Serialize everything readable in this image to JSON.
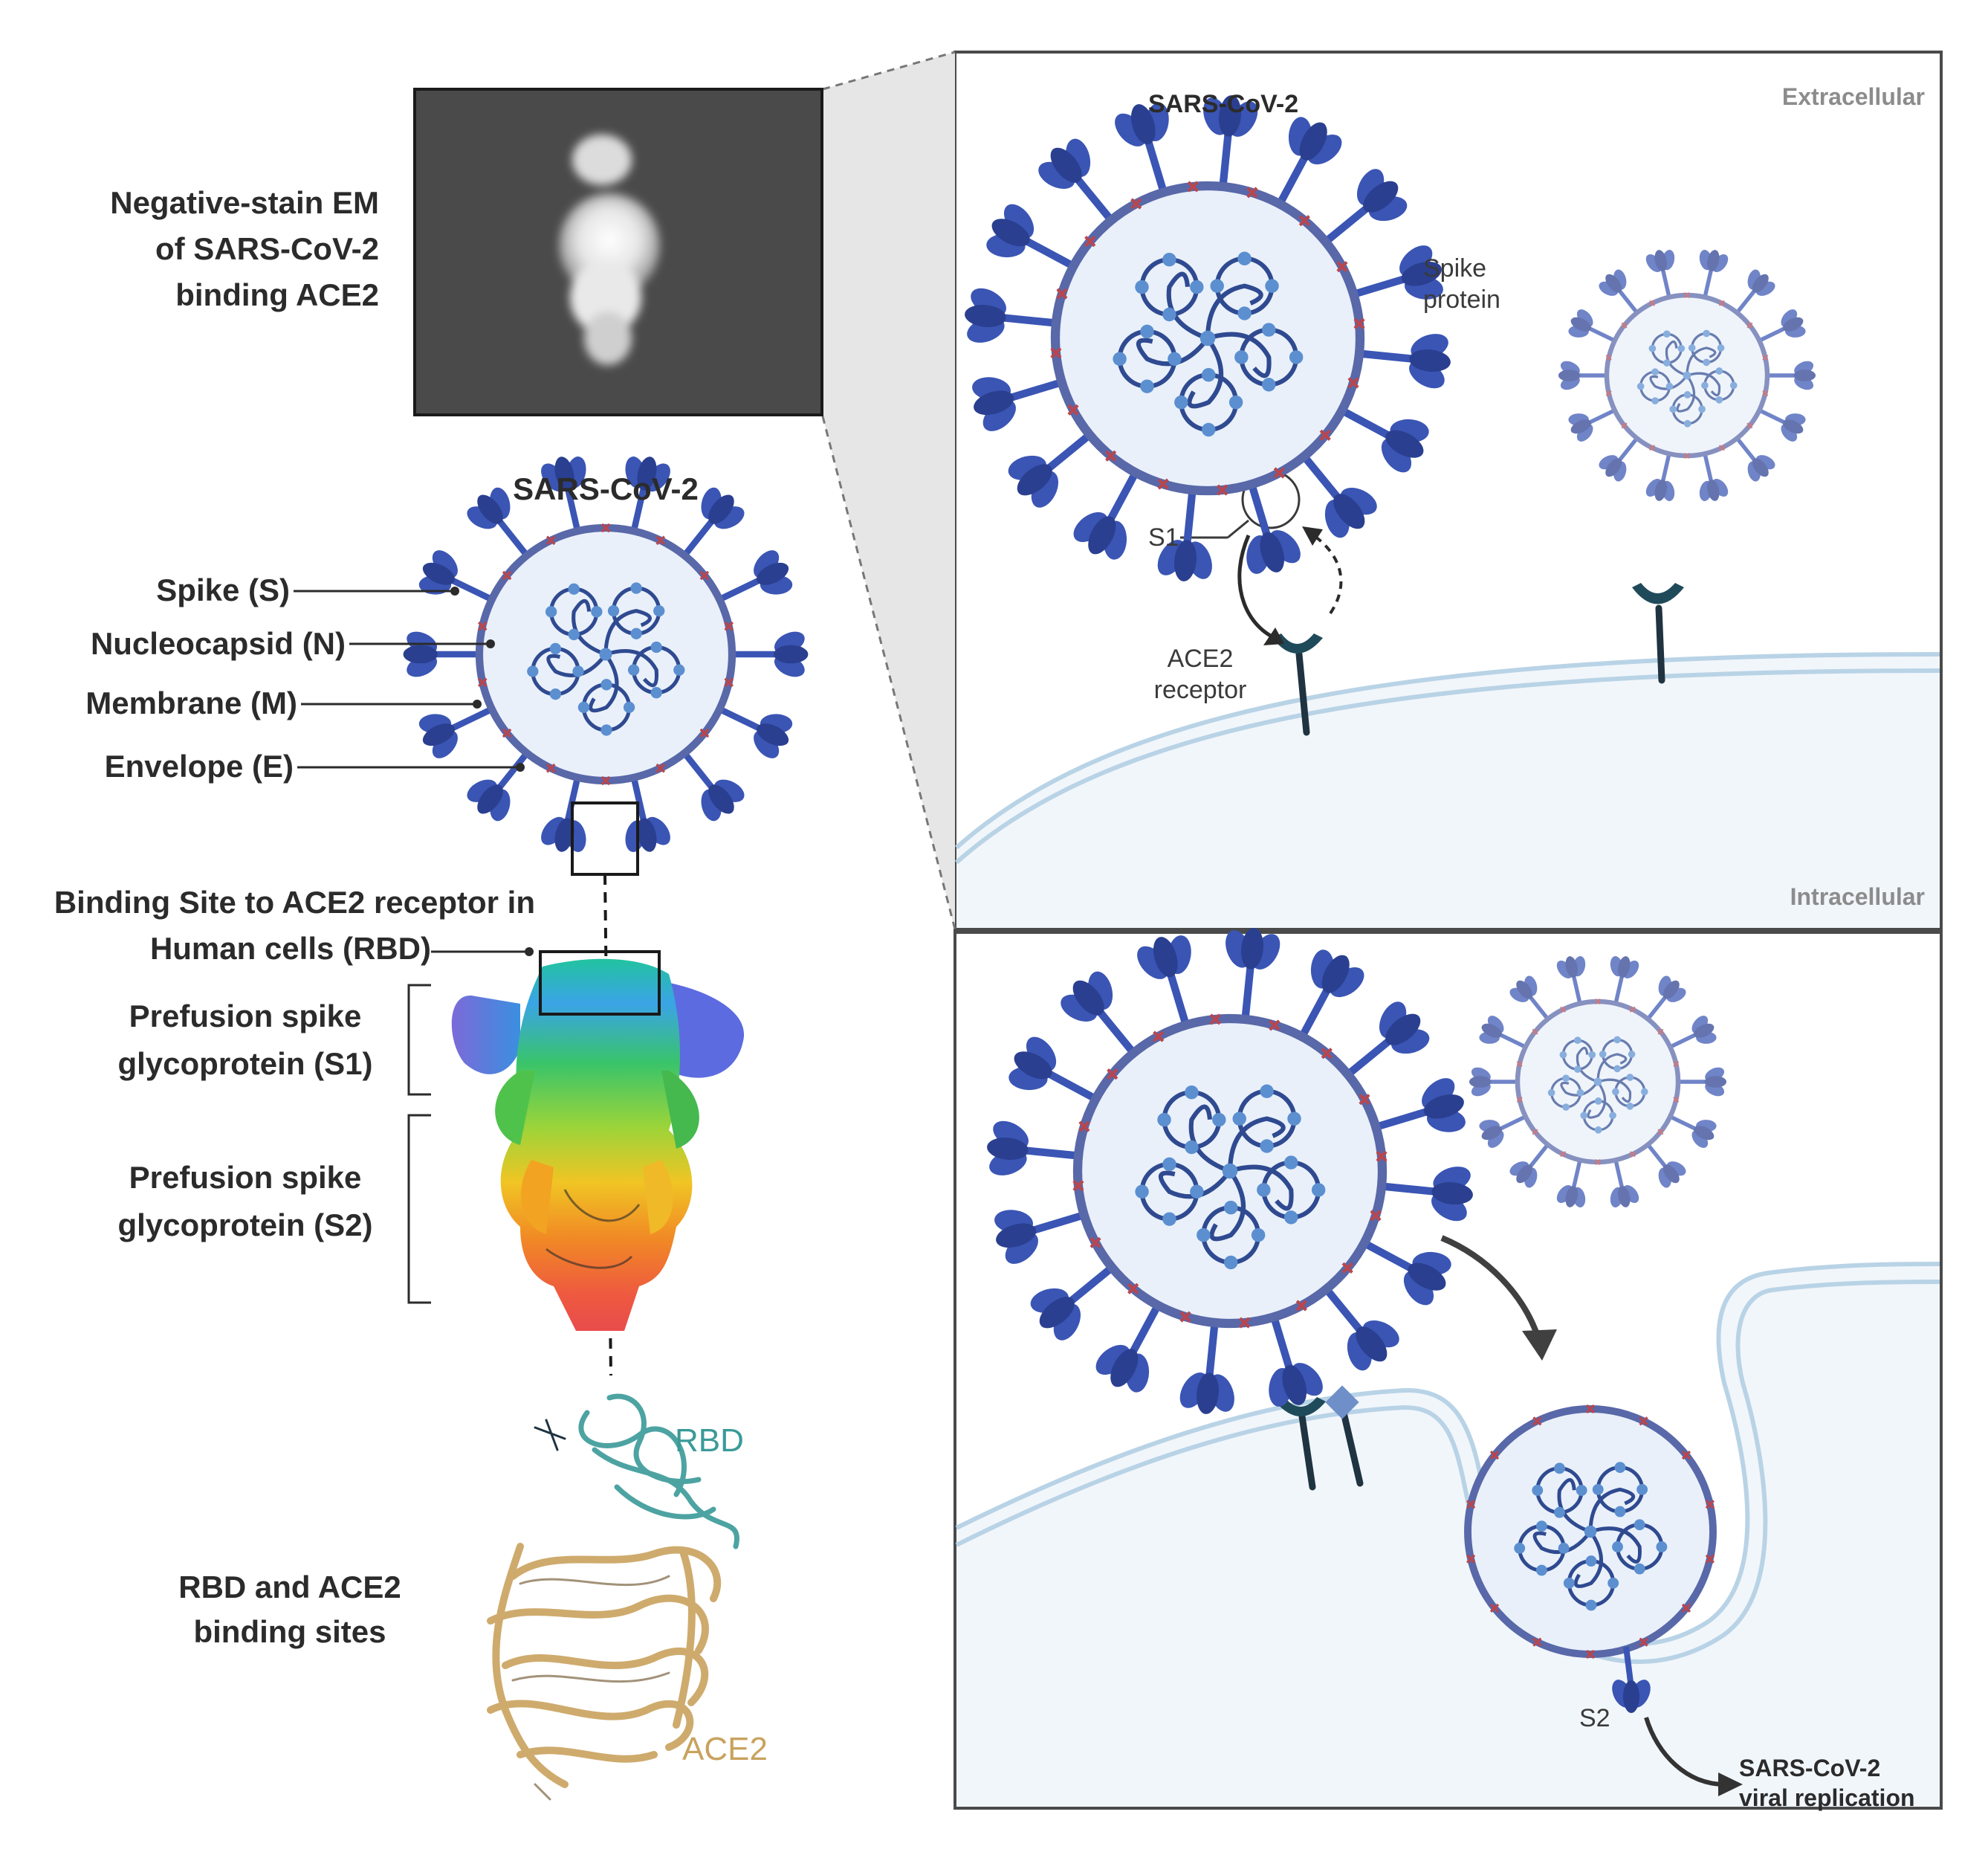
{
  "left": {
    "em_caption": [
      "Negative-stain EM",
      "of SARS-CoV-2",
      "binding ACE2"
    ],
    "virus_title": "SARS-CoV-2",
    "labels": {
      "spike": "Spike (S)",
      "nucleocapsid": "Nucleocapsid (N)",
      "membrane": "Membrane (M)",
      "envelope": "Envelope (E)"
    },
    "binding_site": [
      "Binding Site to ACE2 receptor in",
      "Human cells (RBD)"
    ],
    "s1": [
      "Prefusion spike",
      "glycoprotein (S1)"
    ],
    "s2": [
      "Prefusion spike",
      "glycoprotein (S2)"
    ],
    "rbd_ace2": [
      "RBD and ACE2",
      "binding sites"
    ],
    "rbd_tag": "RBD",
    "ace2_tag": "ACE2"
  },
  "top_panel": {
    "virus_title": "SARS-CoV-2",
    "extracellular": "Extracellular",
    "intracellular": "Intracellular",
    "spike_protein": [
      "Spike",
      "protein"
    ],
    "s1": "S1",
    "ace2_receptor": [
      "ACE2",
      "receptor"
    ]
  },
  "bottom_panel": {
    "s2": "S2",
    "replication": [
      "SARS-CoV-2",
      "viral replication"
    ]
  },
  "colors": {
    "virus_fill": "#e9f0fa",
    "membrane": "#5868a8",
    "spike": "#3a55b4",
    "spike_dark": "#2a3f8f",
    "rna": "#2f4a90",
    "node": "#5b8fd0",
    "envelope_marks": "#b8464f",
    "cell_fill": "#f1f6fb",
    "cell_edge": "#b9d3e6",
    "receptor": "#1f4a5a",
    "em_bg": "#4a4a4a",
    "rbd": "#3a9a98",
    "ace2": "#c9a25e"
  }
}
